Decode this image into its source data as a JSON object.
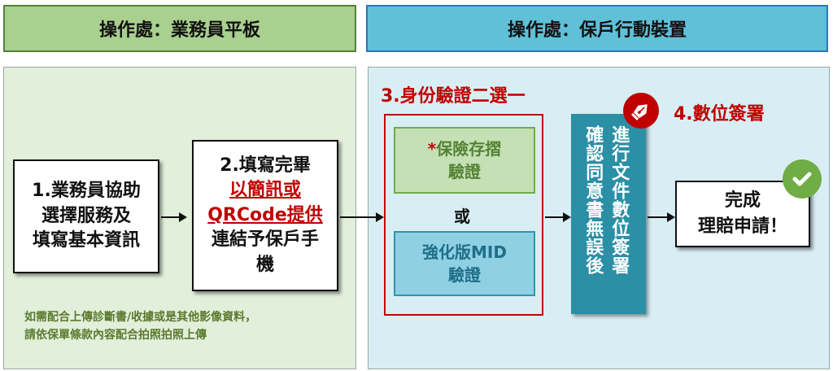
{
  "headers": {
    "left": "操作處：業務員平板",
    "right": "操作處：保戶行動裝置"
  },
  "step1": {
    "lines": [
      "1.業務員協助",
      "選擇服務及",
      "填寫基本資訊"
    ]
  },
  "step2": {
    "line1": "2.填寫完畢",
    "line2": "以簡訊或",
    "line3": "QRCode提供",
    "line4": "連結予保戶手",
    "line5": "機"
  },
  "note": {
    "lines": [
      "如需配合上傳診斷書/收據或是其他影像資料，",
      "請依保單條款內容配合拍照拍照上傳"
    ]
  },
  "step3": {
    "title": "3.身份驗證二選一",
    "option1": {
      "star": "*",
      "line1": "保險存摺",
      "line2": "驗證"
    },
    "or": "或",
    "option2": {
      "line1": "強化版MID",
      "line2": "驗證"
    }
  },
  "confirm_col": "確認同意書無誤後",
  "sign_col": "進行文件數位簽署",
  "step4": {
    "title": "4.數位簽署",
    "icon": "pen-nib-icon"
  },
  "complete": {
    "line1": "完成",
    "line2": "理賠申請！",
    "icon": "checkmark-icon"
  },
  "colors": {
    "green_header": "#a9d08e",
    "green_panel": "#e2efda",
    "green_border": "#548235",
    "blue_header": "#5fc0d8",
    "blue_panel": "#d9eef4",
    "blue_border": "#2e75b6",
    "teal": "#2b8fa6",
    "red": "#c00000",
    "check_green": "#70ad47"
  }
}
